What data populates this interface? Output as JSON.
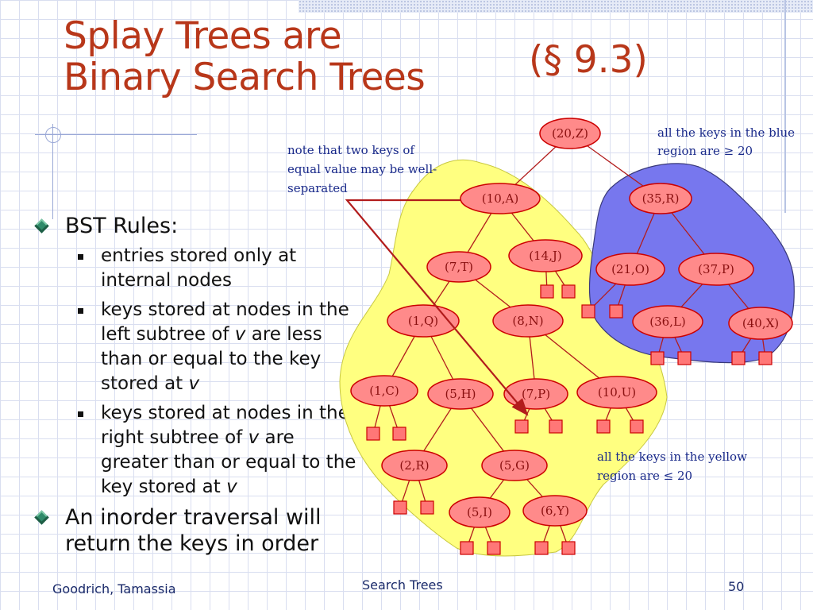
{
  "slide": {
    "title_line1": "Splay Trees are",
    "title_line2": "Binary Search Trees",
    "title_section": "(§ 9.3)",
    "bullets": {
      "bst_rules": "BST Rules:",
      "rule1": "entries stored only at internal nodes",
      "rule2_a": "keys stored at nodes in the left subtree of",
      "rule2_var": "v",
      "rule2_b": "are less than or equal to the key stored at",
      "rule2_end": "v",
      "rule3_a": "keys stored at nodes in the right subtree of",
      "rule3_var": "v",
      "rule3_b": "are greater than or equal to the key stored at",
      "rule3_end": "v",
      "inorder": "An inorder traversal will return the keys in order"
    },
    "diagram": {
      "note_text": [
        "note that two keys of",
        "equal value may be well-",
        "separated"
      ],
      "blue_text": [
        "all the keys in the blue",
        "region are ≥ 20"
      ],
      "yellow_text": [
        "all the keys in the yellow",
        "region are ≤ 20"
      ],
      "nodes": {
        "n20Z": "(20,Z)",
        "n10A": "(10,A)",
        "n35R": "(35,R)",
        "n14J": "(14,J)",
        "n7T": "(7,T)",
        "n21O": "(21,O)",
        "n37P": "(37,P)",
        "n1Q": "(1,Q)",
        "n8N": "(8,N)",
        "n36L": "(36,L)",
        "n40X": "(40,X)",
        "n1C": "(1,C)",
        "n5H": "(5,H)",
        "n7P": "(7,P)",
        "n10U": "(10,U)",
        "n2R": "(2,R)",
        "n5G": "(5,G)",
        "n5I": "(5,I)",
        "n6Y": "(6,Y)"
      }
    },
    "footer": {
      "left": "Goodrich, Tamassia",
      "center": "Search Trees",
      "page": "50"
    },
    "colors": {
      "title": "#b8371a",
      "node_fill": "#ff8a8a",
      "node_stroke": "#cc0000",
      "edge": "#b21c1c",
      "yellow_region": "#ffff80",
      "blue_region": "#7777ee",
      "bullet_diamond": "#2f8a6a",
      "footer": "#1a2a6a"
    }
  }
}
